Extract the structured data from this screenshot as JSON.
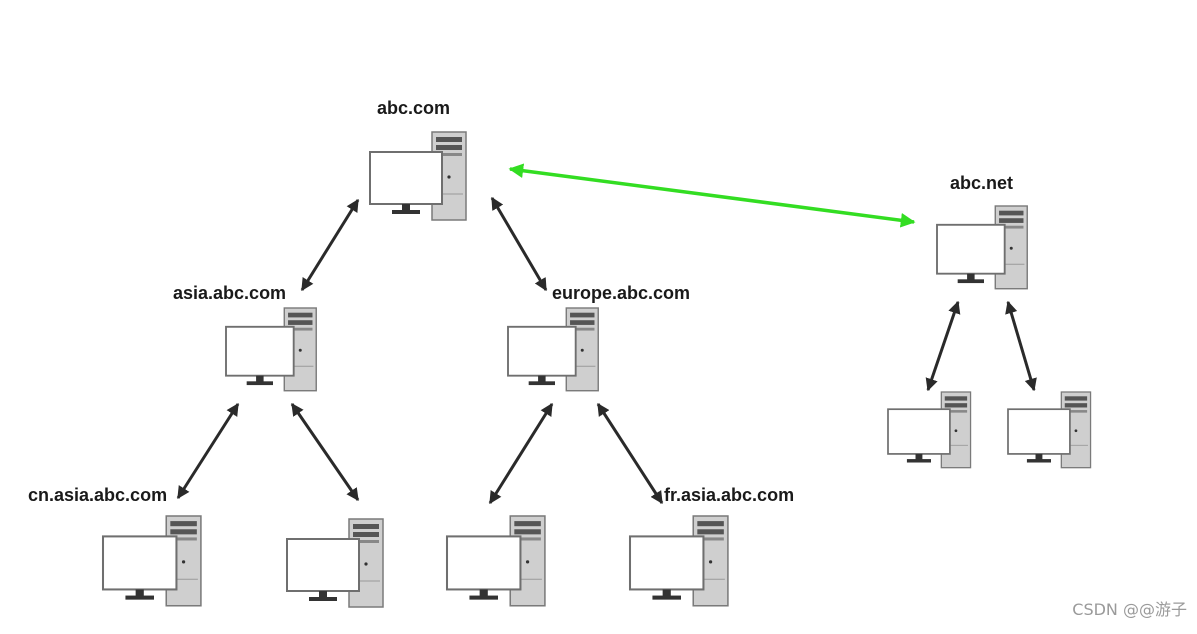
{
  "diagram": {
    "nodes": {
      "abc_com": {
        "label": "abc.com"
      },
      "abc_net": {
        "label": "abc.net"
      },
      "asia": {
        "label": "asia.abc.com"
      },
      "europe": {
        "label": "europe.abc.com"
      },
      "cn": {
        "label": "cn.asia.abc.com"
      },
      "fr": {
        "label": "fr.asia.abc.com"
      }
    },
    "colors": {
      "trust_arrow": "#33dd22",
      "tree_arrow": "#2a2a2a",
      "monitor_frame": "#6f6f6f",
      "tower_body": "#c9c9c9",
      "tower_panel": "#4a4a4a"
    }
  },
  "watermark": "CSDN @@游子"
}
